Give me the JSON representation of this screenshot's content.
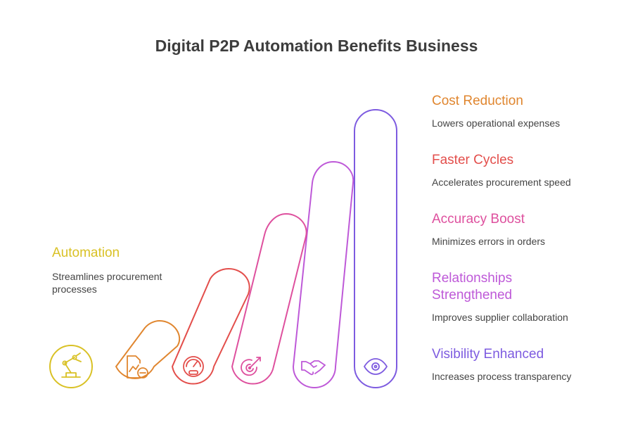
{
  "title": "Digital P2P Automation Benefits Business",
  "items": [
    {
      "name": "automation",
      "title": "Automation",
      "desc": "Streamlines procurement processes",
      "color": "#D9C125",
      "icon": "robot-arm-icon"
    },
    {
      "name": "cost-reduction",
      "title": "Cost Reduction",
      "desc": "Lowers operational expenses",
      "color": "#E0862F",
      "icon": "document-chart-minus-icon"
    },
    {
      "name": "faster-cycles",
      "title": "Faster Cycles",
      "desc": "Accelerates procurement speed",
      "color": "#E34E4B",
      "icon": "speedometer-icon"
    },
    {
      "name": "accuracy-boost",
      "title": "Accuracy Boost",
      "desc": "Minimizes errors in orders",
      "color": "#DE509E",
      "icon": "target-arrow-icon"
    },
    {
      "name": "relationships-strengthened",
      "title": "Relationships Strengthened",
      "desc": "Improves supplier collaboration",
      "color": "#BE59D8",
      "icon": "handshake-icon"
    },
    {
      "name": "visibility-enhanced",
      "title": "Visibility Enhanced",
      "desc": "Increases process transparency",
      "color": "#7D5BE0",
      "icon": "eye-icon"
    }
  ]
}
